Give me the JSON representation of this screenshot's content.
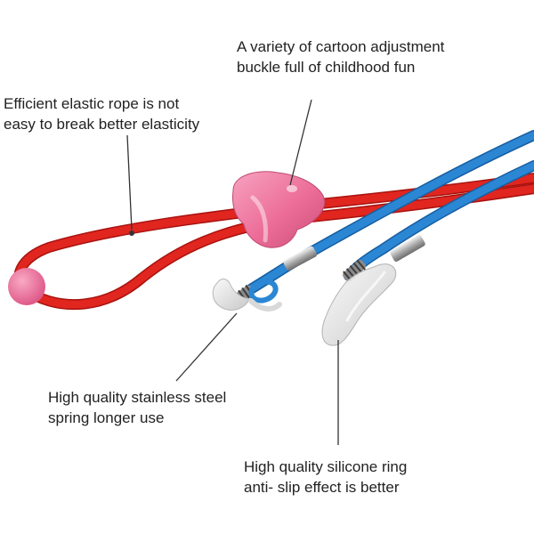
{
  "colors": {
    "background": "#ffffff",
    "rope_red": "#e0261f",
    "rope_red_dark": "#a8120f",
    "cord_blue": "#2b86d4",
    "cord_blue_dark": "#175ea0",
    "buckle_pink": "#ee6f9b",
    "bead_pink": "#ef6f9c",
    "metal": "#b9b9b9",
    "silicone": "#dcdcdc",
    "leader_line": "#333333",
    "text": "#222222"
  },
  "callouts": {
    "buckle": {
      "line1": "A variety of cartoon adjustment",
      "line2": "buckle full of childhood fun"
    },
    "rope": {
      "line1": "Efficient elastic rope is not",
      "line2": "easy to break better elasticity"
    },
    "spring": {
      "line1": "High quality stainless steel",
      "line2": "spring longer use"
    },
    "ring": {
      "line1": "High quality silicone ring",
      "line2": "anti- slip effect is better"
    }
  }
}
